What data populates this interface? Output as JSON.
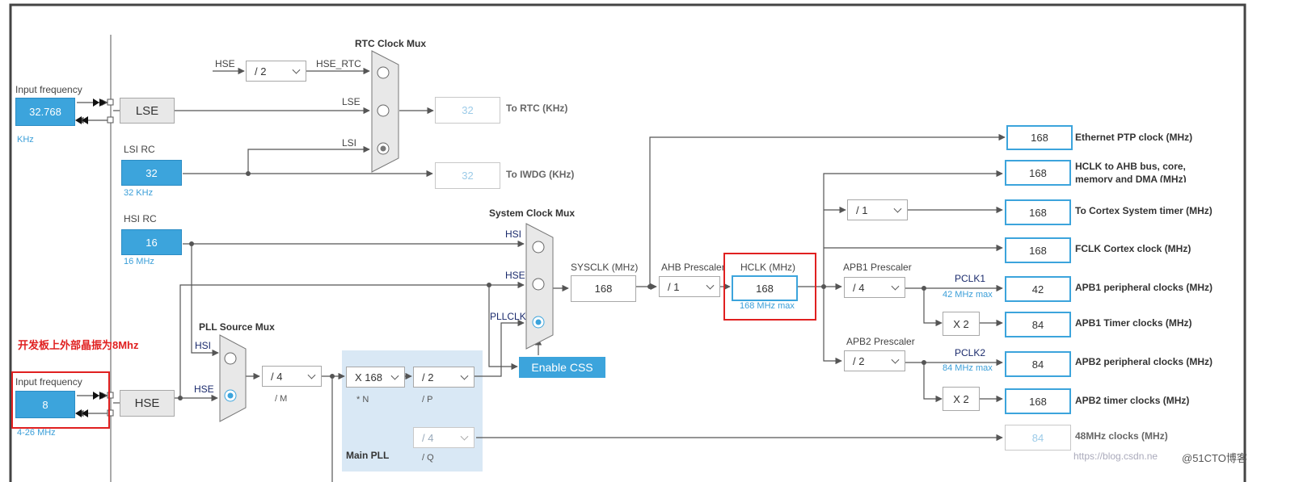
{
  "lse_input": {
    "label": "Input frequency",
    "value": "32.768",
    "unit": "KHz"
  },
  "lse_block": {
    "label": "LSE"
  },
  "lsi_rc": {
    "label": "LSI RC",
    "value": "32",
    "sub": "32 KHz"
  },
  "hsi_rc": {
    "label": "HSI RC",
    "value": "16",
    "sub": "16 MHz"
  },
  "hse_input": {
    "label": "Input frequency",
    "value": "8",
    "range": "4-26 MHz"
  },
  "hse_block": {
    "label": "HSE"
  },
  "note": "开发板上外部晶振为8Mhz",
  "rtc_mux": {
    "title": "RTC Clock Mux",
    "hse_label": "HSE",
    "hse_div": "/ 2",
    "hse_rtc": "HSE_RTC",
    "lse": "LSE",
    "lsi": "LSI",
    "out_rtc": "32",
    "out_rtc_label": "To RTC (KHz)",
    "out_iwdg": "32",
    "out_iwdg_label": "To IWDG (KHz)"
  },
  "pll_src_mux": {
    "title": "PLL Source Mux",
    "hsi": "HSI",
    "hse": "HSE"
  },
  "pll": {
    "m_div": "/ 4",
    "m_label": "/ M",
    "n_mul": "X 168",
    "n_label": "* N",
    "p_div": "/ 2",
    "p_label": "/ P",
    "q_div": "/ 4",
    "q_label": "/ Q",
    "title": "Main PLL"
  },
  "sys_mux": {
    "title": "System Clock Mux",
    "hsi": "HSI",
    "hse": "HSE",
    "pllclk": "PLLCLK"
  },
  "css_button": "Enable CSS",
  "sysclk": {
    "label": "SYSCLK (MHz)",
    "value": "168"
  },
  "ahb": {
    "label": "AHB Prescaler",
    "value": "/ 1"
  },
  "hclk": {
    "label": "HCLK (MHz)",
    "value": "168",
    "max": "168 MHz max"
  },
  "cortex_div": "/ 1",
  "apb1": {
    "label": "APB1 Prescaler",
    "value": "/ 4",
    "pclk": "PCLK1",
    "max": "42 MHz max",
    "mul": "X 2"
  },
  "apb2": {
    "label": "APB2 Prescaler",
    "value": "/ 2",
    "pclk": "PCLK2",
    "max": "84 MHz max",
    "mul": "X 2"
  },
  "outputs": [
    {
      "value": "168",
      "label": "Ethernet PTP clock (MHz)"
    },
    {
      "value": "168",
      "label": "HCLK to AHB bus, core, memory and DMA (MHz)"
    },
    {
      "value": "168",
      "label": "To Cortex System timer (MHz)"
    },
    {
      "value": "168",
      "label": "FCLK Cortex clock (MHz)"
    },
    {
      "value": "42",
      "label": "APB1 peripheral clocks (MHz)"
    },
    {
      "value": "84",
      "label": "APB1 Timer clocks (MHz)"
    },
    {
      "value": "84",
      "label": "APB2 peripheral clocks (MHz)"
    },
    {
      "value": "168",
      "label": "APB2 timer clocks (MHz)"
    },
    {
      "value": "84",
      "label": "48MHz clocks (MHz)"
    }
  ],
  "watermark": {
    "faint": "https://blog.csdn.ne",
    "main": "@51CTO博客"
  },
  "colors": {
    "accent": "#3ca4dc",
    "highlight": "#e02020",
    "pll_panel": "#d9e8f5"
  }
}
